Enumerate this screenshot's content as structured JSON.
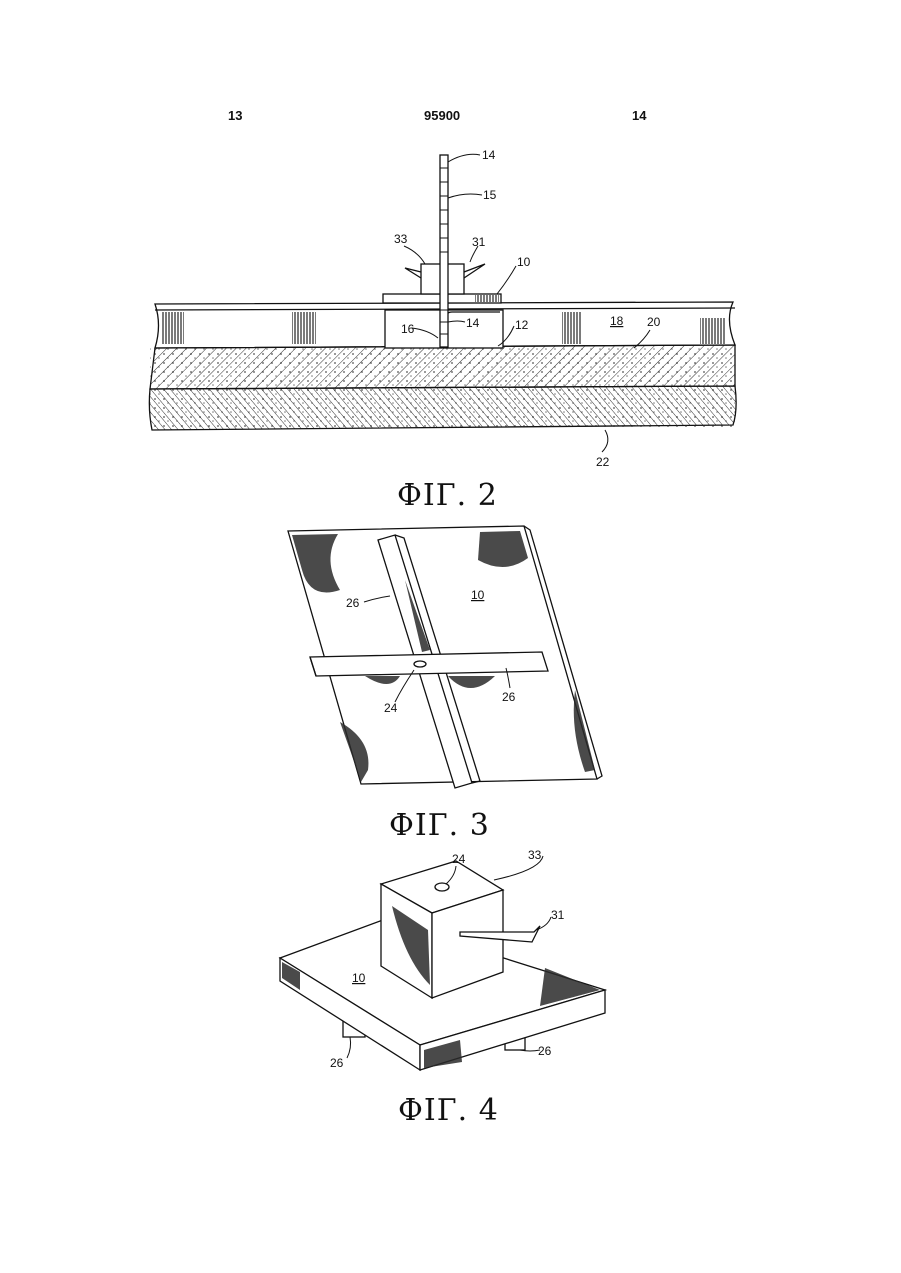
{
  "header": {
    "left": "13",
    "center": "95900",
    "right": "14"
  },
  "figures": [
    {
      "caption": "ФІГ. 2",
      "labels": {
        "l14a": "14",
        "l15": "15",
        "l33": "33",
        "l31": "31",
        "l10": "10",
        "l16": "16",
        "l14b": "14",
        "l12": "12",
        "l18": "18",
        "l20": "20",
        "l22": "22"
      }
    },
    {
      "caption": "ФІГ. 3",
      "labels": {
        "l26a": "26",
        "l10": "10",
        "l24": "24",
        "l26b": "26"
      }
    },
    {
      "caption": "ФІГ. 4",
      "labels": {
        "l24": "24",
        "l33": "33",
        "l31": "31",
        "l10": "10",
        "l26a": "26",
        "l26b": "26"
      }
    }
  ]
}
